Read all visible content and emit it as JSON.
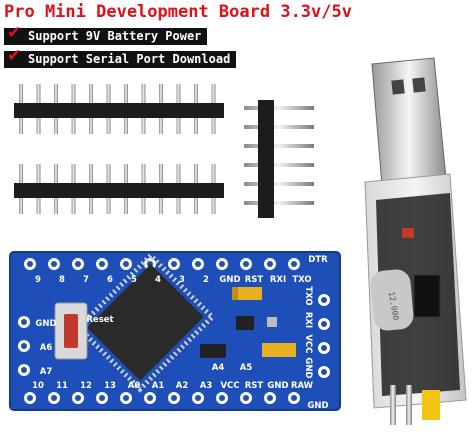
{
  "title": "Pro Mini Development Board 3.3v/5v",
  "features": [
    "Support 9V Battery Power",
    "Support Serial Port Download"
  ],
  "board": {
    "top_pins": [
      "9",
      "8",
      "7",
      "6",
      "5",
      "4",
      "3",
      "2",
      "GND",
      "RST",
      "RXI",
      "TXO"
    ],
    "left_pins": [
      "GND",
      "A6",
      "A7"
    ],
    "bottom_pins": [
      "10",
      "11",
      "12",
      "13",
      "A0",
      "A1",
      "A2",
      "A3",
      "VCC",
      "RST",
      "GND",
      "RAW"
    ],
    "inner_pins": [
      "A4",
      "A5"
    ],
    "right_pins": [
      "TXO",
      "RXI",
      "VCC",
      "GND"
    ],
    "dtr_label": "DTR",
    "gnd_label": "GND",
    "reset_label": "Reset"
  },
  "usb_adapter": {
    "crystal_label": "12.000"
  }
}
